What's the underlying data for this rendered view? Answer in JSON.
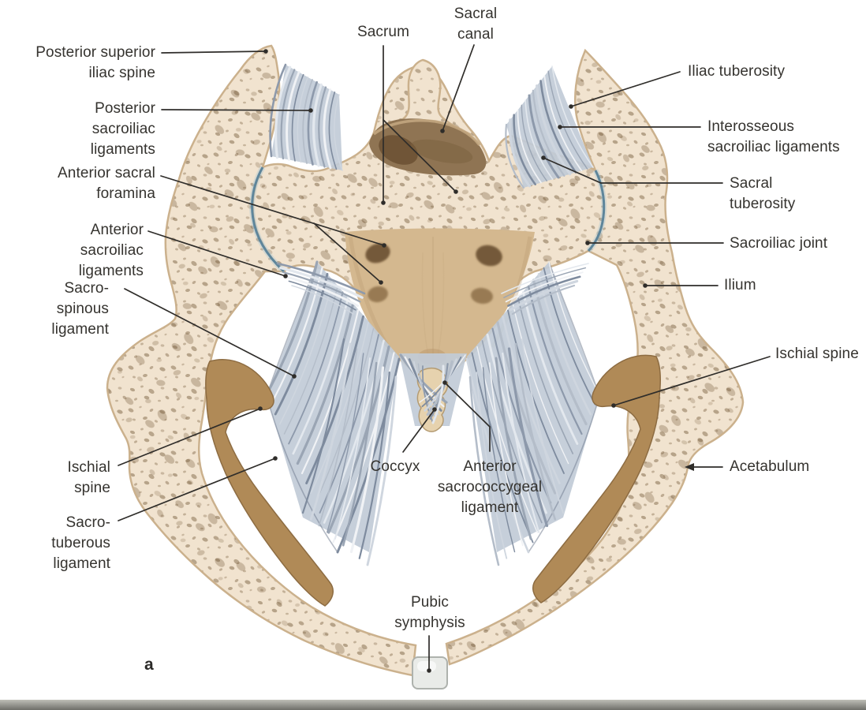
{
  "panel_label": "a",
  "labels": {
    "posterior_superior_iliac_spine": "Posterior superior\niliac spine",
    "posterior_sacroiliac_ligaments": "Posterior\nsacroiliac\nligaments",
    "anterior_sacral_foramina": "Anterior sacral\nforamina",
    "anterior_sacroiliac_ligaments": "Anterior\nsacroiliac\nligaments",
    "sacrospinous_ligament": "Sacro-\nspinous\nligament",
    "ischial_spine_left": "Ischial\nspine",
    "sacrotuberous_ligament": "Sacro-\ntuberous\nligament",
    "sacrum": "Sacrum",
    "sacral_canal": "Sacral\ncanal",
    "iliac_tuberosity": "Iliac tuberosity",
    "interosseous_sacroiliac_ligaments": "Interosseous\nsacroiliac ligaments",
    "sacral_tuberosity": "Sacral\ntuberosity",
    "sacroiliac_joint": "Sacroiliac joint",
    "ilium": "Ilium",
    "ischial_spine_right": "Ischial spine",
    "acetabulum": "Acetabulum",
    "coccyx": "Coccyx",
    "anterior_sacrococcygeal_ligament": "Anterior\nsacrococcygeal\nligament",
    "pubic_symphysis": "Pubic\nsymphysis"
  },
  "colors": {
    "background": "#ffffff",
    "bone": "#f1e3cf",
    "bone_outline": "#cbb18d",
    "bone_speckle": "#6f5433",
    "sacrum_face": "#d4b88f",
    "canal_brown": "#8f7453",
    "canal_dark": "#62492c",
    "ligament": "#c1cbd7",
    "ligament_fiber": "#8d99ab",
    "cartilage_tan": "#b08a57",
    "joint_blue": "#4d7d99",
    "symphysis_gray": "#e9ebe8",
    "label_text": "#35332f",
    "leader": "#2f2d2a",
    "page_edge": "#62625c"
  }
}
